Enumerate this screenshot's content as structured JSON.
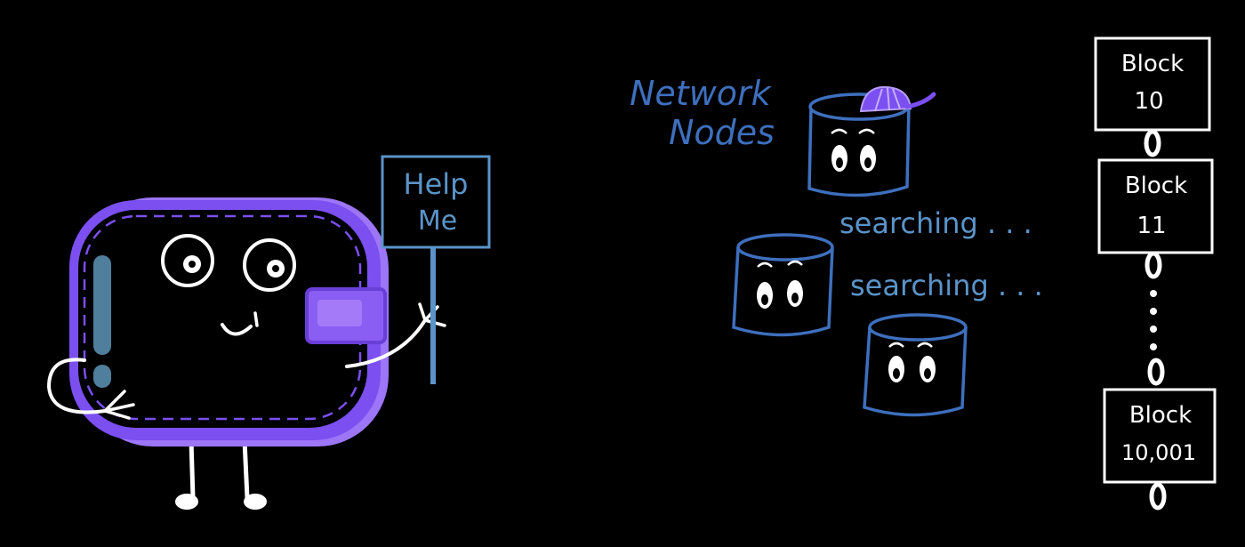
{
  "colors": {
    "background": "#000000",
    "wallet_purple": "#7b4ff0",
    "wallet_purple_light": "#9d75f7",
    "node_blue": "#3e6fbd",
    "sign_blue": "#5a94c8",
    "white": "#ffffff"
  },
  "sign": {
    "line1": "Help",
    "line2": "Me"
  },
  "network": {
    "title_line1": "Network",
    "title_line2": "Nodes",
    "searching_1": "searching . . .",
    "searching_2": "searching . . ."
  },
  "chain": {
    "blocks": [
      {
        "label": "Block",
        "number": "10"
      },
      {
        "label": "Block",
        "number": "11"
      },
      {
        "label": "Block",
        "number": "10,001"
      }
    ]
  },
  "icons": [
    "wallet-character-icon",
    "node-icon",
    "cap-icon",
    "chain-link-icon"
  ]
}
